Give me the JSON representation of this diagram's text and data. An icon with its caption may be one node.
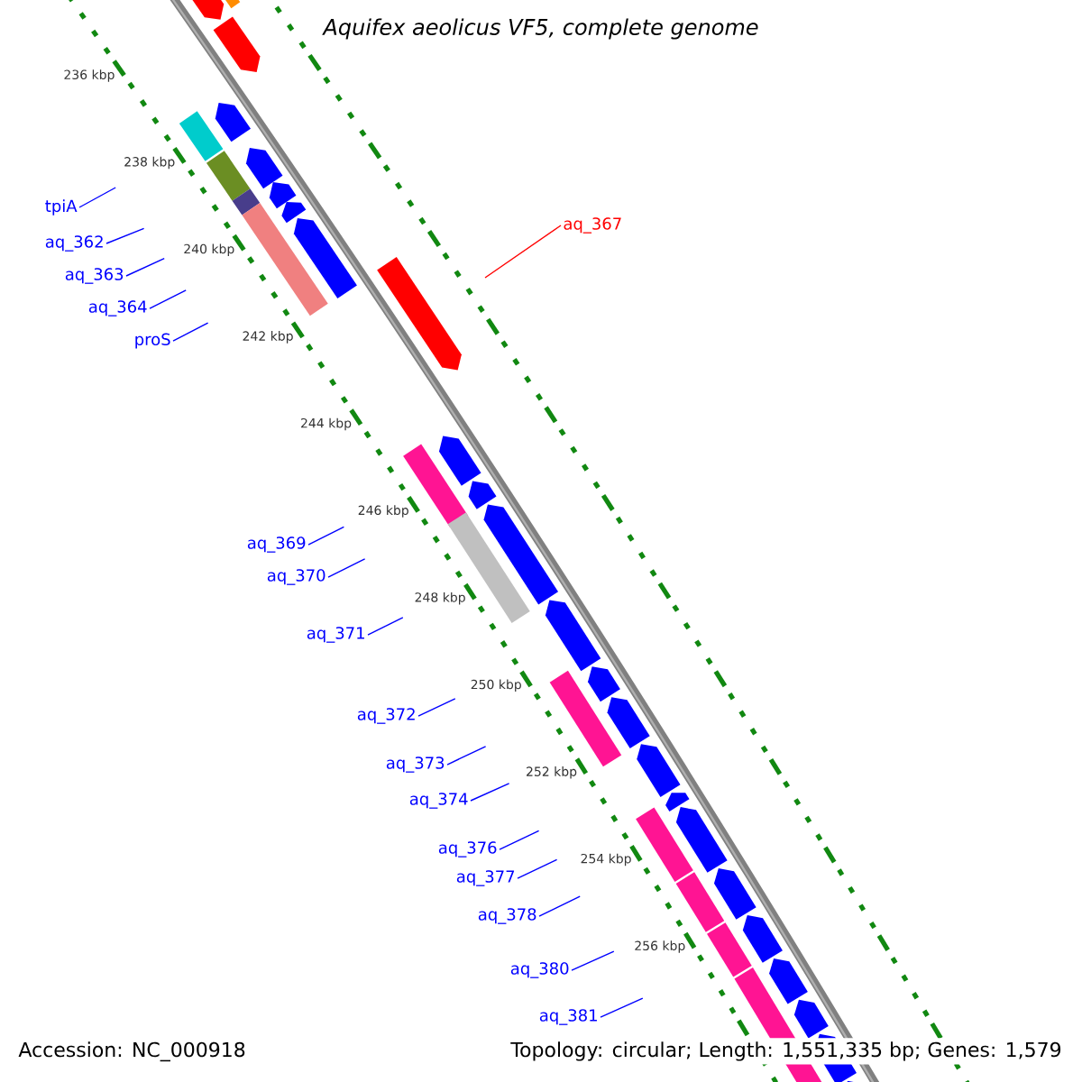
{
  "diagram": {
    "title": "Aquifex aeolicus VF5, complete genome",
    "nodes": [
      {
        "text": [
          "tpiA"
        ]
      },
      {
        "text": [
          "aq_367"
        ]
      },
      {
        "text": [
          "aq_362"
        ]
      },
      {
        "text": [
          "aq_363"
        ]
      },
      {
        "text": [
          "aq_364"
        ]
      },
      {
        "text": [
          "proS"
        ]
      },
      {
        "text": [
          "aq_369"
        ]
      },
      {
        "text": [
          "aq_370"
        ]
      },
      {
        "text": [
          "aq_371"
        ]
      },
      {
        "text": [
          "aq_372"
        ]
      },
      {
        "text": [
          "aq_373"
        ]
      },
      {
        "text": [
          "aq_374"
        ]
      },
      {
        "text": [
          "aq_376"
        ]
      },
      {
        "text": [
          "aq_377"
        ]
      },
      {
        "text": [
          "aq_378"
        ]
      },
      {
        "text": [
          "aq_380"
        ]
      },
      {
        "text": [
          "aq_381"
        ]
      }
    ],
    "edges": [
      {
        "from": 0,
        "to": null,
        "arrow": "none"
      },
      {
        "from": 1,
        "to": null,
        "arrow": "none",
        "color": "#ff0000"
      },
      {
        "from": 2,
        "to": null,
        "arrow": "none"
      },
      {
        "from": 3,
        "to": null,
        "arrow": "none"
      },
      {
        "from": 4,
        "to": null,
        "arrow": "none"
      },
      {
        "from": 5,
        "to": null,
        "arrow": "none"
      },
      {
        "from": 6,
        "to": null,
        "arrow": "none"
      },
      {
        "from": 7,
        "to": null,
        "arrow": "none"
      },
      {
        "from": 8,
        "to": null,
        "arrow": "none"
      },
      {
        "from": 9,
        "to": null,
        "arrow": "none"
      },
      {
        "from": 10,
        "to": null,
        "arrow": "none"
      },
      {
        "from": 11,
        "to": null,
        "arrow": "none"
      },
      {
        "from": 12,
        "to": null,
        "arrow": "none"
      },
      {
        "from": 13,
        "to": null,
        "arrow": "none"
      },
      {
        "from": 14,
        "to": null,
        "arrow": "none"
      },
      {
        "from": 15,
        "to": null,
        "arrow": "none"
      },
      {
        "from": 16,
        "to": null,
        "arrow": "none"
      }
    ],
    "labels": [
      "236 kbp",
      "238 kbp",
      "240 kbp",
      "242 kbp",
      "244 kbp",
      "246 kbp",
      "248 kbp",
      "250 kbp",
      "252 kbp",
      "254 kbp",
      "256 kbp",
      "Accession: NC_000918",
      "Topology: circular; Length: 1,551,335 bp; Genes: 1,579"
    ]
  }
}
